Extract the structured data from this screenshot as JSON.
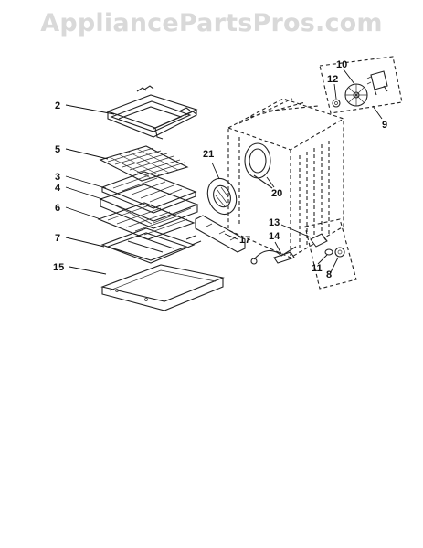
{
  "watermark": "AppliancePartsPros.com",
  "callouts": [
    {
      "id": "2",
      "label": "2"
    },
    {
      "id": "5",
      "label": "5"
    },
    {
      "id": "3",
      "label": "3"
    },
    {
      "id": "4",
      "label": "4"
    },
    {
      "id": "6",
      "label": "6"
    },
    {
      "id": "7",
      "label": "7"
    },
    {
      "id": "15",
      "label": "15"
    },
    {
      "id": "21",
      "label": "21"
    },
    {
      "id": "20",
      "label": "20"
    },
    {
      "id": "17",
      "label": "17"
    },
    {
      "id": "14",
      "label": "14"
    },
    {
      "id": "13",
      "label": "13"
    },
    {
      "id": "11",
      "label": "11"
    },
    {
      "id": "8",
      "label": "8"
    },
    {
      "id": "10",
      "label": "10"
    },
    {
      "id": "12",
      "label": "12"
    },
    {
      "id": "9",
      "label": "9"
    }
  ]
}
